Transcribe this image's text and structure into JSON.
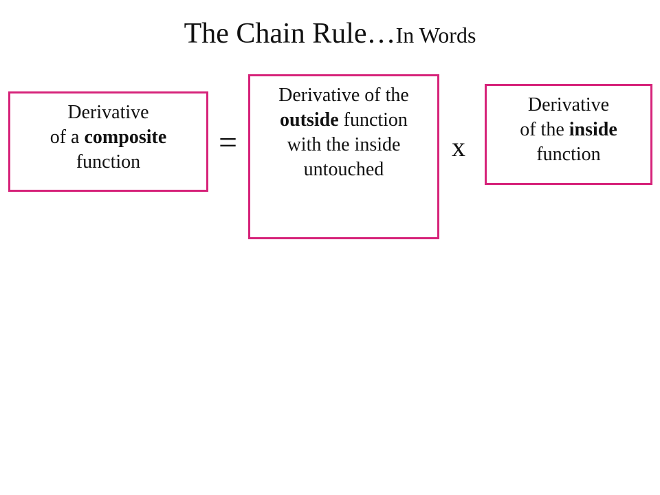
{
  "title": {
    "main": "The Chain Rule…",
    "sub": "In Words"
  },
  "boxes": {
    "composite": {
      "line1": "Derivative",
      "line2_pre": "of a ",
      "line2_bold": "composite",
      "line3": "function"
    },
    "outside": {
      "line1": "Derivative of the",
      "line2_bold": "outside",
      "line2_post": " function",
      "line3": "with the inside",
      "line4": "untouched"
    },
    "inside": {
      "line1": "Derivative",
      "line2_pre": "of the ",
      "line2_bold": "inside",
      "line3": "function"
    }
  },
  "operators": {
    "equals": "=",
    "times": "x"
  },
  "colors": {
    "box_border": "#d6237a",
    "text": "#111111",
    "background": "#ffffff"
  }
}
